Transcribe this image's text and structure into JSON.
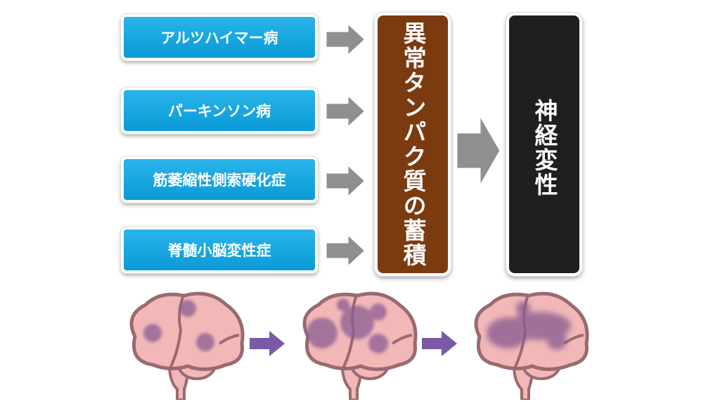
{
  "diseases": [
    {
      "label": "アルツハイマー病"
    },
    {
      "label": "パーキンソン病"
    },
    {
      "label": "筋萎縮性側索硬化症"
    },
    {
      "label": "脊髄小脳変性症"
    }
  ],
  "middle": {
    "label": "異常タンパク質の蓄積"
  },
  "result": {
    "label": "神経変性"
  },
  "colors": {
    "disease_box": "#14a6e0",
    "accumulation_box": "#7b3a10",
    "degeneration_box": "#1f1f1f",
    "arrow_gray": "#8f8f8f",
    "arrow_purple": "#7a5aa6",
    "brain_pink": "#f2b8b8",
    "brain_outline": "#9a6a70",
    "lesion": "#8a5c92"
  }
}
